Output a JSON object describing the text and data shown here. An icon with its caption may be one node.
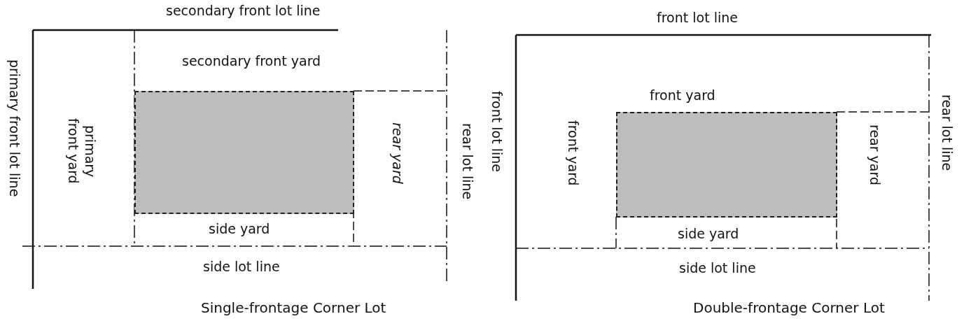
{
  "diagram": {
    "nodes": [
      {
        "text": [
          "Single-frontage Corner Lot"
        ]
      },
      {
        "text": [
          "secondary front yard"
        ],
        "in": 0
      },
      {
        "text": [
          "primary front yard"
        ],
        "in": 0
      },
      {
        "text": [],
        "shape": "box",
        "in": 0
      },
      {
        "text": [
          "rear yard"
        ],
        "in": 0
      },
      {
        "text": [
          "side yard"
        ],
        "in": 0
      },
      {
        "text": [
          "Double-frontage Corner Lot"
        ]
      },
      {
        "text": [
          "front yard"
        ],
        "in": 6
      },
      {
        "text": [
          "front yard"
        ],
        "in": 6
      },
      {
        "text": [],
        "shape": "box",
        "in": 6
      },
      {
        "text": [
          "rear yard"
        ],
        "in": 6
      },
      {
        "text": [
          "side yard"
        ],
        "in": 6
      }
    ],
    "edges": [],
    "labels": [
      "secondary front lot line",
      "front lot line",
      "primary front lot line",
      "front lot line",
      "rear lot line",
      "rear lot line",
      "side lot line",
      "side lot line"
    ]
  }
}
